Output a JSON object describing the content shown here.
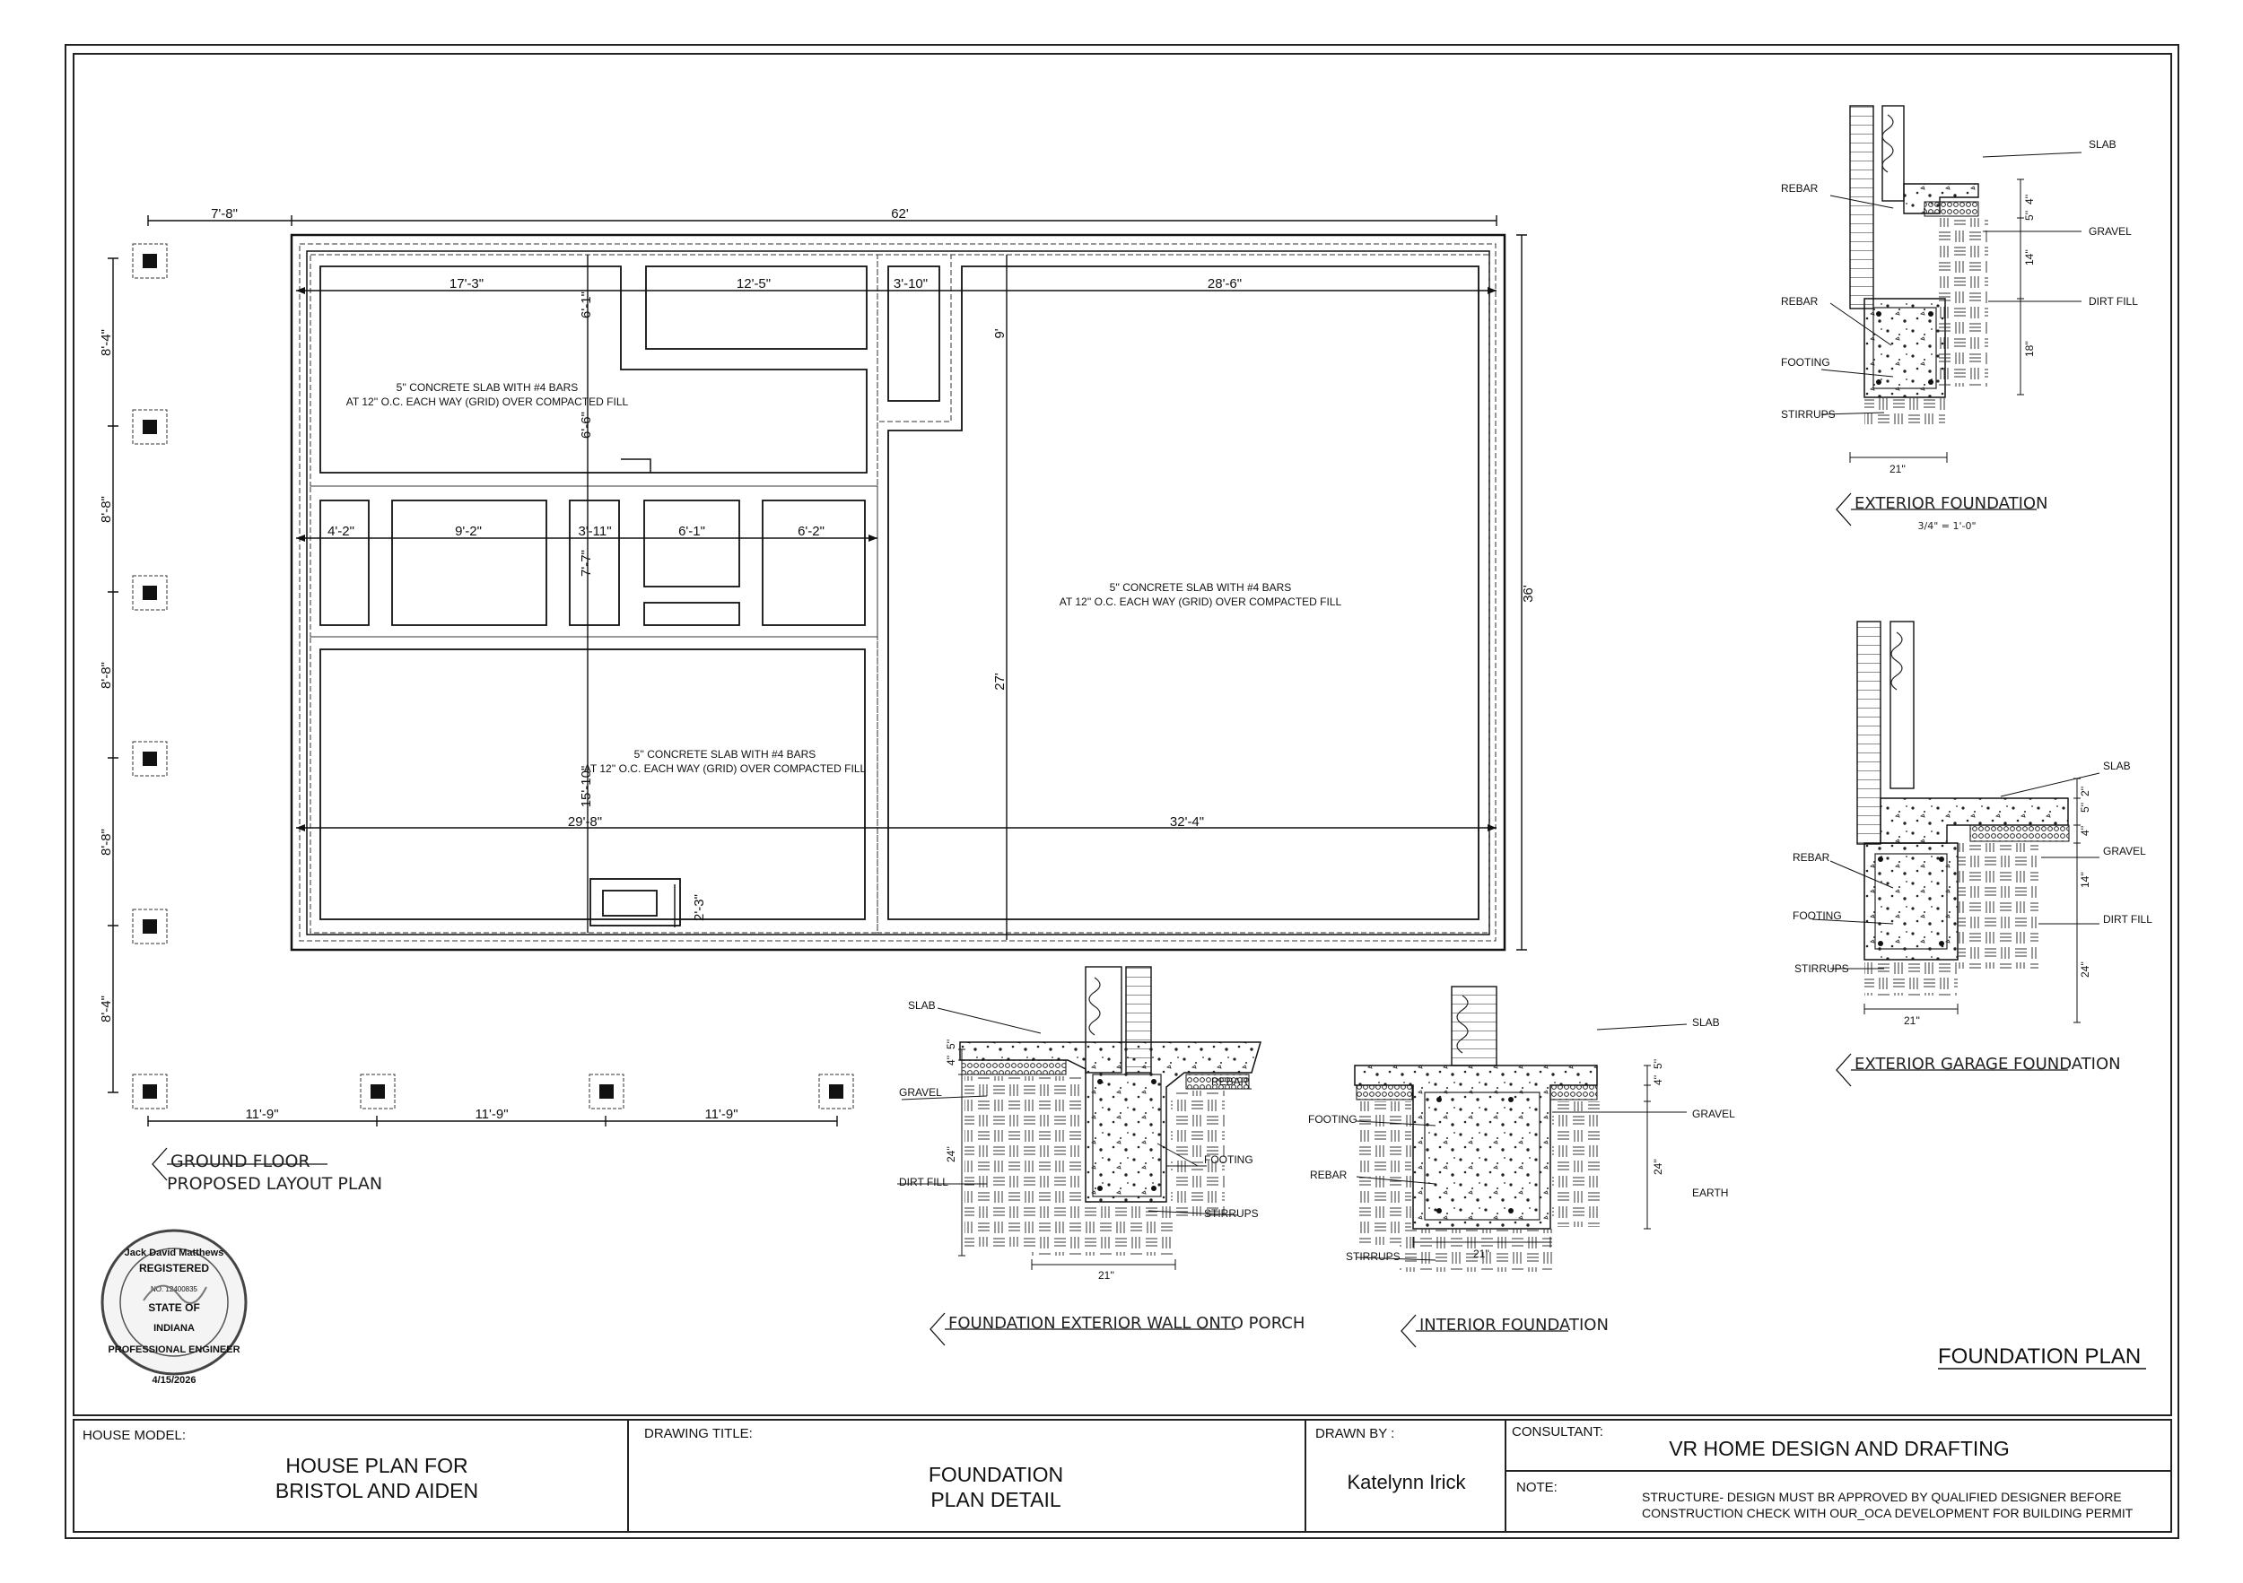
{
  "plan": {
    "overall_width": "62'",
    "overall_depth": "36'",
    "left_offset": "7'-8\"",
    "room_dims_top": [
      "17'-3\"",
      "12'-5\"",
      "3'-10\"",
      "28'-6\""
    ],
    "room_dims_mid": [
      "4'-2\"",
      "9'-2\"",
      "3'-11\"",
      "6'-1\"",
      "6'-2\""
    ],
    "room_dims_bottom": [
      "29'-8\"",
      "32'-4\""
    ],
    "vertical_dims": [
      "6'-1\"",
      "6'-6\"",
      "7'-7\"",
      "15'-10\"",
      "9'",
      "27'",
      "2'-3\""
    ],
    "pier_spacing_left": [
      "8'-4\"",
      "8'-8\"",
      "8'-8\"",
      "8'-8\"",
      "8'-4\""
    ],
    "pier_spacing_bottom": [
      "11'-9\"",
      "11'-9\"",
      "11'-9\""
    ],
    "slab_note_line1": "5'' CONCRETE SLAB WITH #4 BARS",
    "slab_note_line2": "AT 12'' O.C. EACH WAY (GRID) OVER COMPACTED FILL",
    "title_line1": "GROUND FLOOR",
    "title_line2": "PROPOSED LAYOUT PLAN"
  },
  "details": {
    "exterior": {
      "title": "EXTERIOR FOUNDATION",
      "scale": "3/4\" = 1'-0\"",
      "labels": [
        "SLAB",
        "REBAR",
        "GRAVEL",
        "REBAR",
        "DIRT FILL",
        "FOOTING",
        "STIRRUPS"
      ],
      "dims": [
        "4''",
        "5''",
        "14''",
        "18''",
        "21''"
      ]
    },
    "garage": {
      "title": "EXTERIOR GARAGE FOUNDATION",
      "labels": [
        "SLAB",
        "GRAVEL",
        "REBAR",
        "FOOTING",
        "DIRT FILL",
        "STIRRUPS"
      ],
      "dims": [
        "4''",
        "5''",
        "2''",
        "14''",
        "24''",
        "21''"
      ]
    },
    "porch": {
      "title": "FOUNDATION EXTERIOR WALL ONTO PORCH",
      "labels": [
        "SLAB",
        "GRAVEL",
        "REBAR",
        "FOOTING",
        "DIRT FILL",
        "STIRRUPS"
      ],
      "dims": [
        "4''",
        "5''",
        "24''",
        "21''"
      ]
    },
    "interior": {
      "title": "INTERIOR FOUNDATION",
      "labels": [
        "SLAB",
        "FOOTING",
        "GRAVEL",
        "REBAR",
        "EARTH",
        "STIRRUPS"
      ],
      "dims": [
        "4''",
        "5''",
        "24''",
        "21''"
      ]
    }
  },
  "sheet_title": "FOUNDATION PLAN",
  "seal": {
    "name": "Jack David Matthews",
    "registered": "REGISTERED",
    "number": "NO. 12400835",
    "state_of": "STATE OF",
    "state": "INDIANA",
    "engineer": "PROFESSIONAL ENGINEER",
    "date": "4/15/2026"
  },
  "title_block": {
    "house_model_label": "HOUSE MODEL:",
    "house_model_line1": "HOUSE PLAN FOR",
    "house_model_line2": "BRISTOL AND AIDEN",
    "drawing_title_label": "DRAWING TITLE:",
    "drawing_title_line1": "FOUNDATION",
    "drawing_title_line2": "PLAN DETAIL",
    "drawn_by_label": "DRAWN BY :",
    "drawn_by": "Katelynn Irick",
    "consultant_label": "CONSULTANT:",
    "consultant": "VR HOME DESIGN AND DRAFTING",
    "note_label": "NOTE:",
    "note_line1": "STRUCTURE- DESIGN MUST BR APPROVED BY QUALIFIED DESIGNER  BEFORE",
    "note_line2": "CONSTRUCTION CHECK WITH OUR_OCA  DEVELOPMENT FOR BUILDING PERMIT"
  }
}
